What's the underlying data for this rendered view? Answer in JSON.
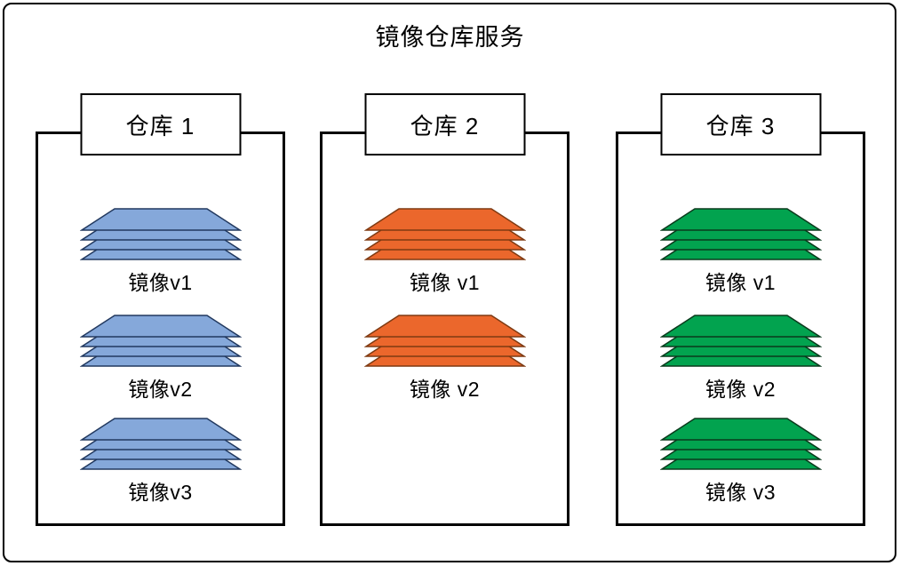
{
  "title": "镜像仓库服务",
  "colors": {
    "blue_fill": "#85A8DA",
    "blue_stroke": "#22395F",
    "orange_fill": "#EB672C",
    "orange_stroke": "#7E3A12",
    "green_fill": "#02A34F",
    "green_stroke": "#0B3B1D"
  },
  "repositories": [
    {
      "label": "仓库 1",
      "color_name": "blue",
      "images": [
        "镜像v1",
        "镜像v2",
        "镜像v3"
      ]
    },
    {
      "label": "仓库 2",
      "color_name": "orange",
      "images": [
        "镜像 v1",
        "镜像 v2"
      ]
    },
    {
      "label": "仓库 3",
      "color_name": "green",
      "images": [
        "镜像 v1",
        "镜像 v2",
        "镜像 v3"
      ]
    }
  ]
}
